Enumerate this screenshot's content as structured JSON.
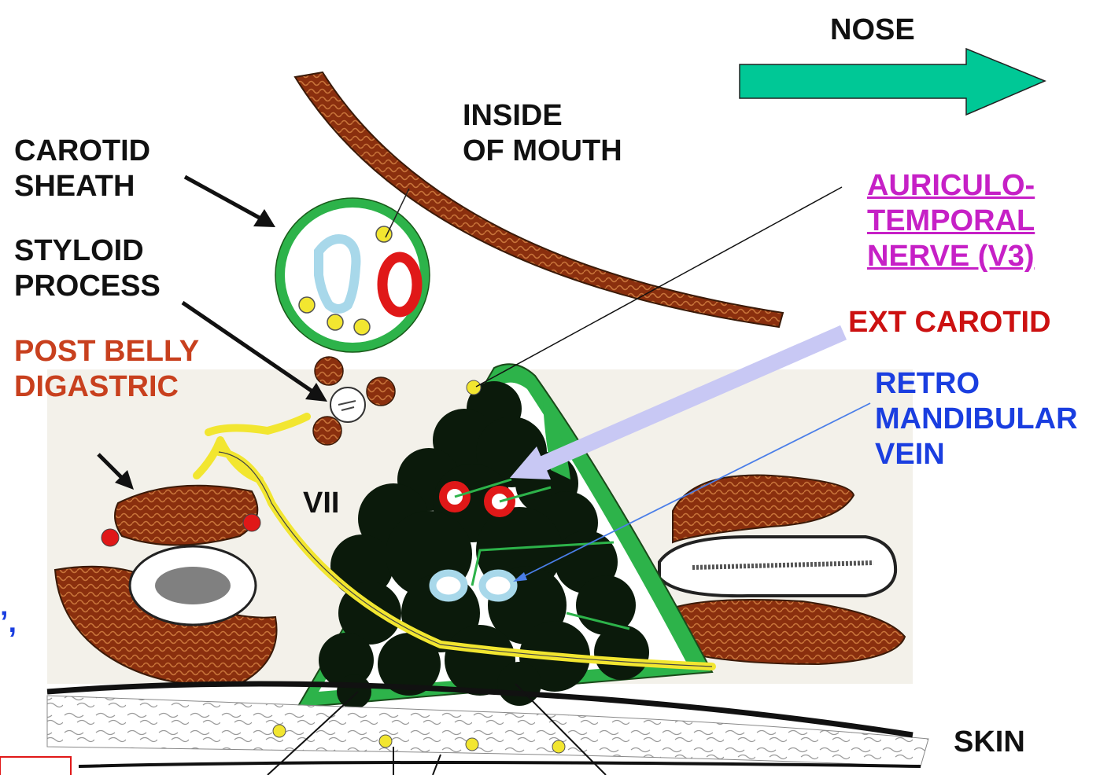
{
  "labels": {
    "nose": "NOSE",
    "inside_of_mouth": "INSIDE\nOF MOUTH",
    "carotid_sheath": "CAROTID\nSHEATH",
    "styloid_process": "STYLOID\nPROCESS",
    "post_belly_digastric": "POST BELLY\nDIGASTRIC",
    "auriculotemporal_nerve": "AURICULO-\nTEMPORAL\nNERVE (V3)",
    "ext_carotid": "EXT CAROTID",
    "retro_mandibular_vein": "RETRO\nMANDIBULAR\nVEIN",
    "vii": "VII",
    "skin": "SKIN",
    "left_edge_mark": "’,"
  },
  "colors": {
    "arrow_nose": "#00c896",
    "fascia_green": "#2db34a",
    "gland_black": "#0b1a0b",
    "muscle_brown": "#8a2f0e",
    "artery_red": "#e01818",
    "vein_blue": "#a8d8ea",
    "nerve_yellow": "#f2e630",
    "ext_carotid_arrow": "#c8c8f4",
    "label_black": "#111111",
    "label_orange": "#c8401e",
    "label_red": "#cc1111",
    "label_blue": "#1a3ee0",
    "label_magenta": "#c620c6"
  }
}
